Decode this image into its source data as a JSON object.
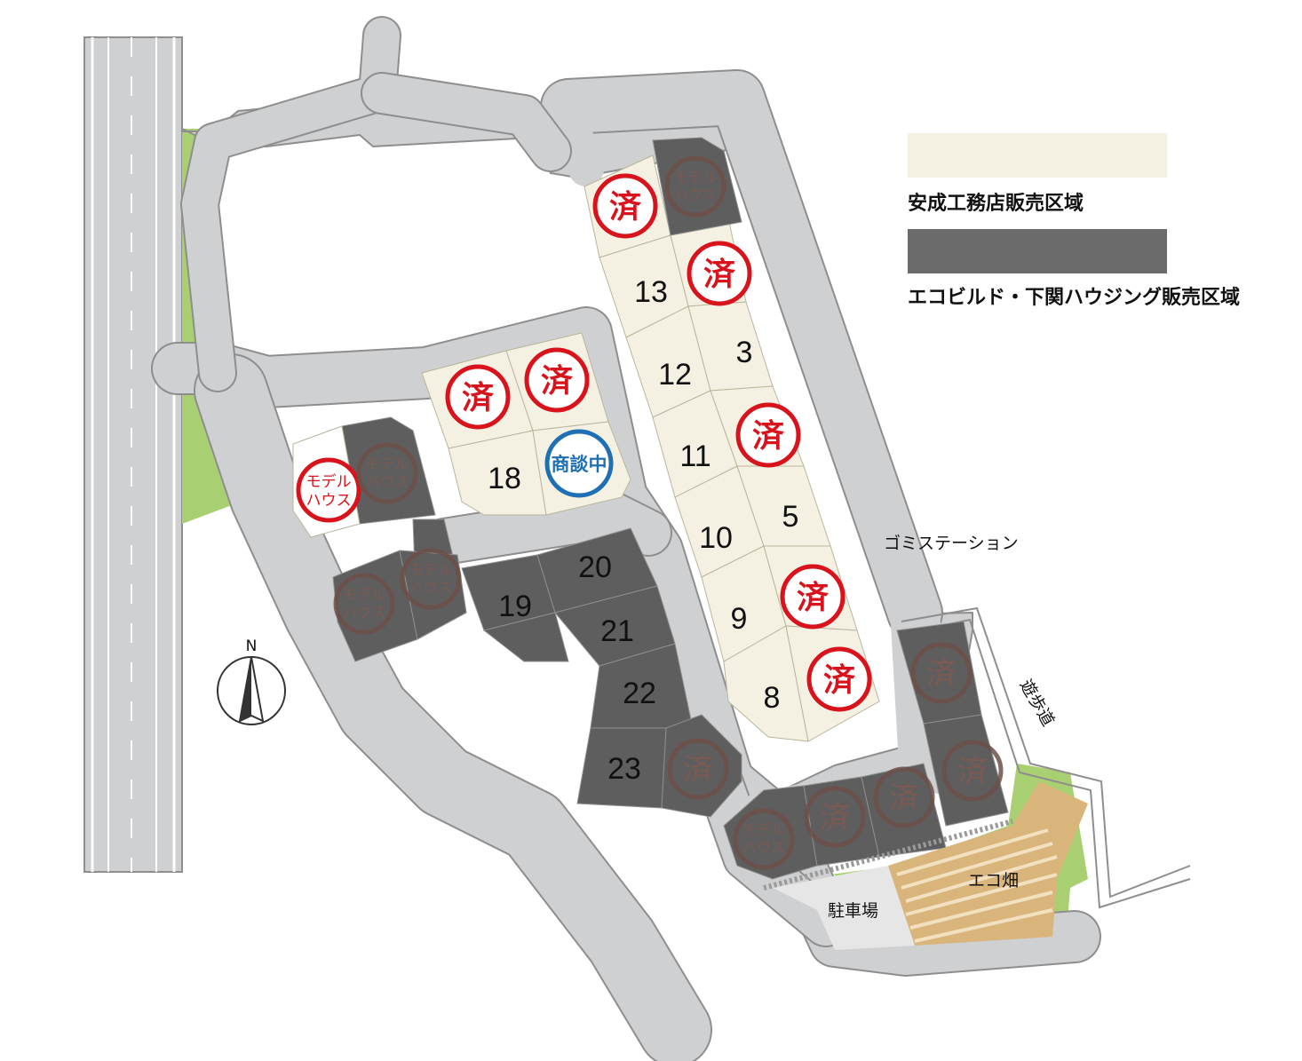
{
  "legend": {
    "items": [
      {
        "label": "安成工務店販売区域",
        "color": "#f4f1e3"
      },
      {
        "label": "エコビルド・下関ハウジング販売区域",
        "color": "#6b6b6b"
      }
    ]
  },
  "labels": {
    "gomi_station": "ゴミステーション",
    "promenade": "遊歩道",
    "parking": "駐車場",
    "eco_field": "エコ畑",
    "north": "N"
  },
  "stamps": {
    "sold": "済",
    "model_line1": "モデル",
    "model_line2": "ハウス",
    "negotiating": "商談中"
  },
  "lots": {
    "l13": "13",
    "l12": "12",
    "l3": "3",
    "l11": "11",
    "l10": "10",
    "l5": "5",
    "l9": "9",
    "l8": "8",
    "l18": "18",
    "l19": "19",
    "l20": "20",
    "l21": "21",
    "l22": "22",
    "l23": "23"
  },
  "colors": {
    "road": "#cfd0d2",
    "road_edge": "#8e8e8e",
    "cream_lot": "#f4f1e3",
    "dark_lot": "#5e5e5e",
    "green": "#a8cf72",
    "eco_field": "#d9b57c",
    "stamp_red": "#d9131c",
    "stamp_blue": "#1f6fb5",
    "stamp_grey": "#7a5a52"
  }
}
